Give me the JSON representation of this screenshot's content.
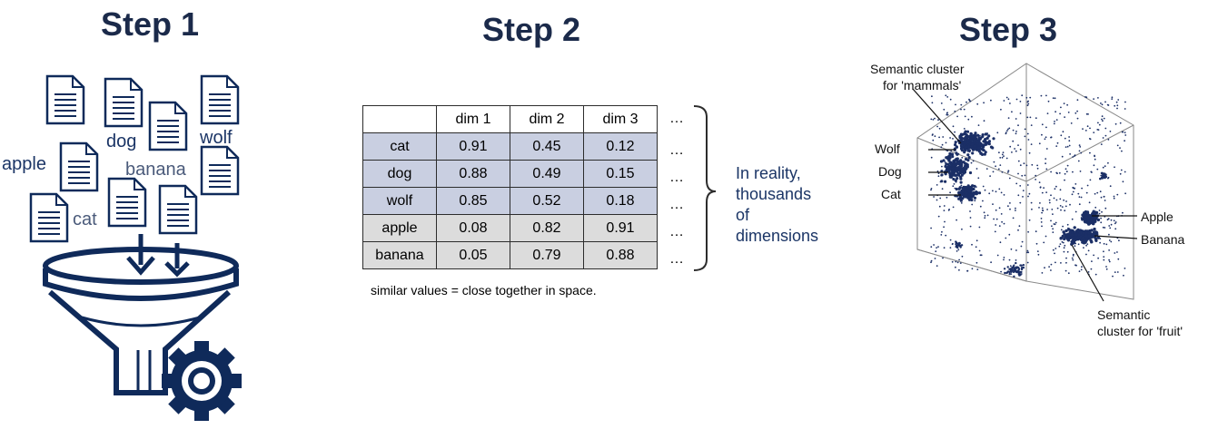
{
  "steps": {
    "step1_title": "Step 1",
    "step2_title": "Step 2",
    "step3_title": "Step 3"
  },
  "step1": {
    "words": {
      "apple": "apple",
      "dog": "dog",
      "wolf": "wolf",
      "banana": "banana",
      "cat": "cat"
    },
    "icons": [
      "document-icon",
      "funnel-icon",
      "gear-icon",
      "arrow-down-icon"
    ],
    "color": "#0f2a5a"
  },
  "step2": {
    "header": [
      "",
      "dim 1",
      "dim 2",
      "dim 3"
    ],
    "rows": [
      {
        "label": "cat",
        "values": [
          "0.91",
          "0.45",
          "0.12"
        ]
      },
      {
        "label": "dog",
        "values": [
          "0.88",
          "0.49",
          "0.15"
        ]
      },
      {
        "label": "wolf",
        "values": [
          "0.85",
          "0.52",
          "0.18"
        ]
      },
      {
        "label": "apple",
        "values": [
          "0.08",
          "0.82",
          "0.91"
        ]
      },
      {
        "label": "banana",
        "values": [
          "0.05",
          "0.79",
          "0.88"
        ]
      }
    ],
    "ellipsis": "…",
    "reality_lines": [
      "In reality,",
      "thousands",
      "of",
      "dimensions"
    ],
    "note": "similar values = close together in space.",
    "row_colors": {
      "animals": "#c9cfe1",
      "fruits": "#dcdcdc"
    }
  },
  "step3": {
    "cluster_mammals_line1": "Semantic cluster",
    "cluster_mammals_line2": "for 'mammals'",
    "wolf": "Wolf",
    "dog": "Dog",
    "cat": "Cat",
    "apple": "Apple",
    "banana": "Banana",
    "cluster_fruit_line1": "Semantic",
    "cluster_fruit_line2": "cluster for 'fruit'",
    "point_color": "#1b2f66"
  }
}
